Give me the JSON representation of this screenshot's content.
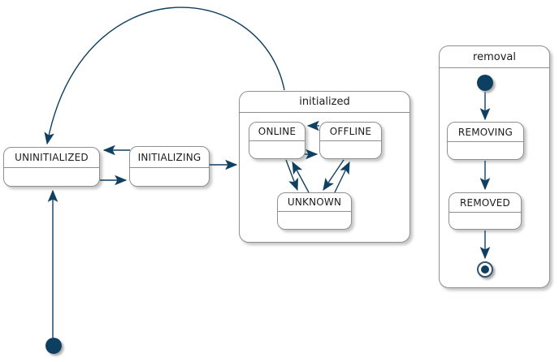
{
  "diagram": {
    "type": "state-diagram",
    "composites": {
      "initialized": {
        "title": "initialized"
      },
      "removal": {
        "title": "removal"
      }
    },
    "states": {
      "uninitialized": "UNINITIALIZED",
      "initializing": "INITIALIZING",
      "online": "ONLINE",
      "offline": "OFFLINE",
      "unknown": "UNKNOWN",
      "removing": "REMOVING",
      "removed": "REMOVED"
    },
    "pseudostates": {
      "initial": "initial-state",
      "removal_initial": "removal-initial-state",
      "removal_final": "removal-final-state"
    },
    "transitions": [
      {
        "from": "initial",
        "to": "UNINITIALIZED"
      },
      {
        "from": "UNINITIALIZED",
        "to": "INITIALIZING"
      },
      {
        "from": "INITIALIZING",
        "to": "UNINITIALIZED"
      },
      {
        "from": "INITIALIZING",
        "to": "initialized"
      },
      {
        "from": "initialized",
        "to": "UNINITIALIZED"
      },
      {
        "from": "OFFLINE",
        "to": "ONLINE"
      },
      {
        "from": "ONLINE",
        "to": "OFFLINE"
      },
      {
        "from": "ONLINE",
        "to": "UNKNOWN"
      },
      {
        "from": "UNKNOWN",
        "to": "ONLINE"
      },
      {
        "from": "OFFLINE",
        "to": "UNKNOWN"
      },
      {
        "from": "UNKNOWN",
        "to": "OFFLINE"
      },
      {
        "from": "removal-initial",
        "to": "REMOVING"
      },
      {
        "from": "REMOVING",
        "to": "REMOVED"
      },
      {
        "from": "REMOVED",
        "to": "removal-final"
      }
    ],
    "colors": {
      "arrow": "#0f3f61",
      "state_border": "#8f8f8f",
      "state_fill": "#ffffff",
      "text": "#1c1c1c",
      "background": "#ffffff"
    }
  }
}
